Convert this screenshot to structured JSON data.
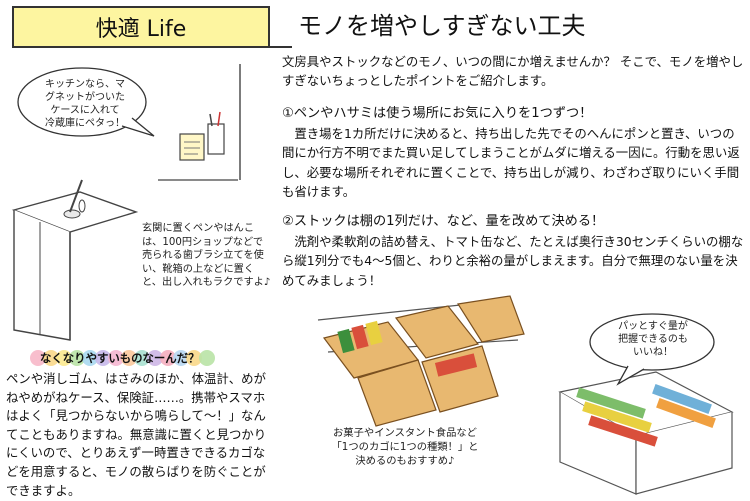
{
  "header": {
    "tab_title": "快適 Life",
    "headline": "モノを増やしすぎない工夫"
  },
  "intro": "文房具やストックなどのモノ、いつの間にか増えませんか？ そこで、モノを増やしすぎないちょっとしたポイントをご紹介します。",
  "tips": [
    {
      "heading": "①ペンやハサミは使う場所にお気に入りを1つずつ！",
      "body": "置き場を1カ所だけに決めると、持ち出した先でそのへんにポンと置き、いつの間にか行方不明でまた買い足してしまうことがムダに増える一因に。行動を思い返し、必要な場所それぞれに置くことで、持ち出しが減り、わざわざ取りにいく手間も省けます。"
    },
    {
      "heading": "②ストックは棚の1列だけ、など、量を改めて決める！",
      "body": "洗剤や柔軟剤の詰め替え、トマト缶など、たとえば奥行き30センチくらいの棚なら縦1列分でも4～5個と、わりと余裕の量がしまえます。自分で無理のない量を決めてみましょう！"
    }
  ],
  "bubbles": {
    "kitchen": [
      "キッチンなら、マ",
      "グネットがついた",
      "ケースに入れて",
      "冷蔵庫にペタっ！"
    ],
    "pattosugu": [
      "パッとすぐ量が",
      "把握できるのも",
      "いいね！"
    ]
  },
  "genkan_caption": "玄関に置くペンやはんこは、100円ショップなどで売られる歯ブラシ立てを使い、靴箱の上などに置くと、出し入れもラクですよ♪",
  "okashi_caption": [
    "お菓子やインスタント食品など",
    "「1つのカゴに1つの種類！」と",
    "決めるのもおすすめ♪"
  ],
  "sidebar": {
    "heading": "なくなりやすいものなーんだ？",
    "body": "ペンや消しゴム、はさみのほか、体温計、めがねやめがねケース、保険証……。携帯やスマホはよく「見つからないから鳴らして～！」なんてこともありますね。無意識に置くと見つかりにくいので、とりあえず一時置きできるカゴなどを用意すると、モノの散らばりを防ぐことができますよ。"
  },
  "colors": {
    "tab_bg": "#fdf5a0",
    "dots": [
      "#f7b7c8",
      "#f9d88a",
      "#fbe98f",
      "#b9e3a6",
      "#a9d8ef",
      "#c7b8ea",
      "#f5b6d0",
      "#f9c99c",
      "#a8e0d0",
      "#cdb6e6",
      "#f4aebf",
      "#b7d7f2"
    ]
  }
}
